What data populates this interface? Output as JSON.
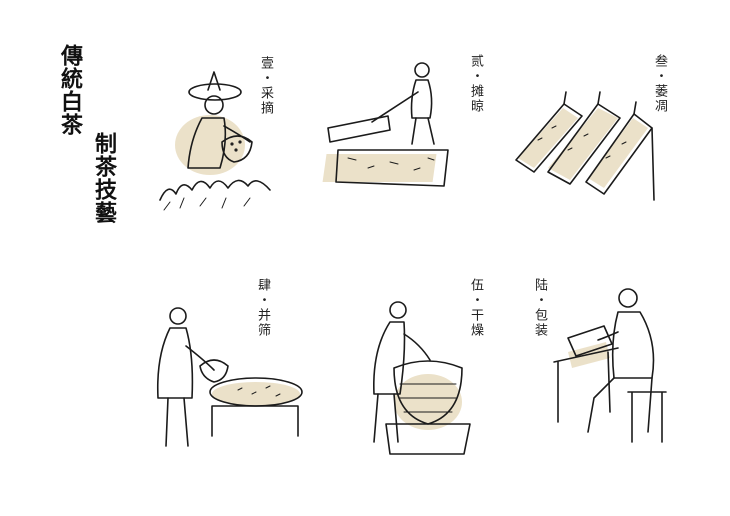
{
  "title": {
    "line1": "傳統白茶",
    "line2": "制茶技藝"
  },
  "steps": [
    {
      "label": "壹・采摘"
    },
    {
      "label": "贰・摊晾"
    },
    {
      "label": "叁・萎凋"
    },
    {
      "label": "肆・并筛"
    },
    {
      "label": "伍・干燥"
    },
    {
      "label": "陆・包装"
    }
  ],
  "colors": {
    "ink": "#1b1b1b",
    "wash": "#e7dcc0",
    "background": "#ffffff"
  }
}
